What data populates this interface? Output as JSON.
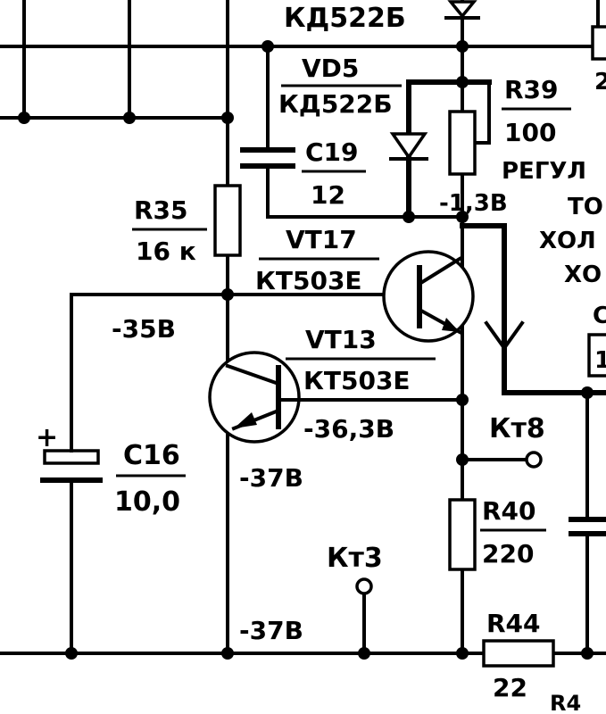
{
  "components": {
    "vd_top": {
      "type": "КД522Б"
    },
    "vd5": {
      "ref": "VD5",
      "type": "КД522Б"
    },
    "r39": {
      "ref": "R39",
      "value": "100"
    },
    "r39_note": {
      "line1": "РЕГУЛ",
      "line2": "ТО",
      "line3": "ХОЛ",
      "line4": "ХО"
    },
    "c19": {
      "ref": "C19",
      "value": "12"
    },
    "r35": {
      "ref": "R35",
      "value": "16 к"
    },
    "vt17": {
      "ref": "VT17",
      "type": "КТ503Е"
    },
    "vt13": {
      "ref": "VT13",
      "type": "КТ503Е"
    },
    "c16": {
      "ref": "C16",
      "value": "10,0",
      "polarity": "+"
    },
    "r40": {
      "ref": "R40",
      "value": "220"
    },
    "r44": {
      "ref": "R44",
      "value": "22"
    },
    "r45_partial": "R4"
  },
  "voltages": {
    "v_r39": "-1,3В",
    "v_base_vt17": "-35В",
    "v_vt13_emitter": "-36,3В",
    "v_vt13_collector": "-37В",
    "v_bottom": "-37В"
  },
  "testpoints": {
    "kt8": "Кт8",
    "kt3": "Кт3"
  },
  "edge_fragments": {
    "right_top": "2",
    "right_mid1": "С",
    "right_mid2": "1"
  }
}
